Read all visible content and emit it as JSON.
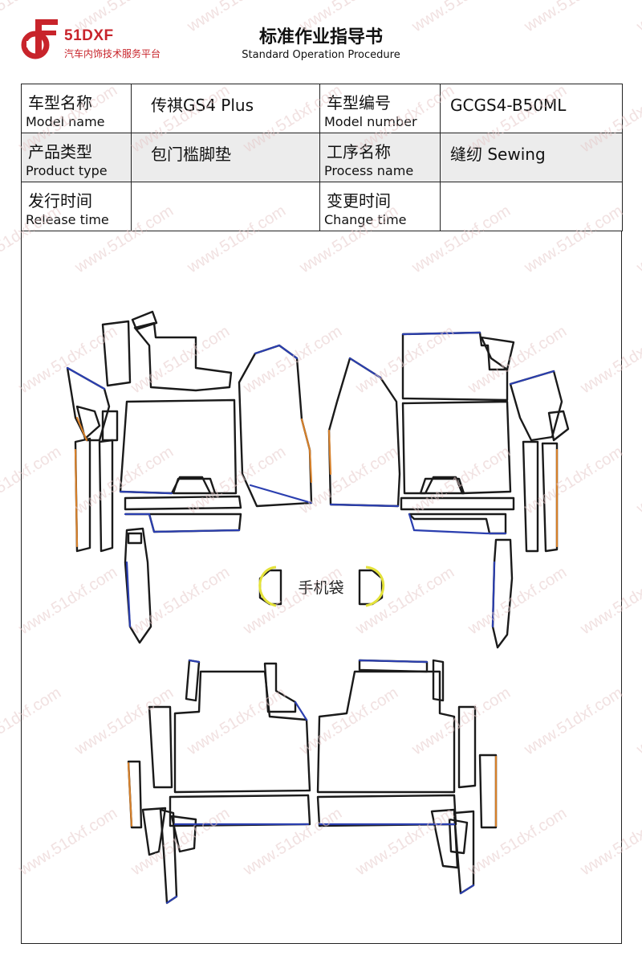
{
  "header": {
    "brand_name": "51DXF",
    "brand_tagline": "汽车内饰技术服务平台",
    "title": "标准作业指导书",
    "subtitle": "Standard Operation Procedure",
    "brand_color": "#c8242b"
  },
  "info_table": {
    "model_name": {
      "label_cn": "车型名称",
      "label_en": "Model name",
      "value": "传祺GS4 Plus"
    },
    "model_number": {
      "label_cn": "车型编号",
      "label_en": "Model number",
      "value": "GCGS4-B50ML"
    },
    "product_type": {
      "label_cn": "产品类型",
      "label_en": "Product type",
      "value": "包门槛脚垫"
    },
    "process_name": {
      "label_cn": "工序名称",
      "label_en": "Process name",
      "value": "缝纫 Sewing"
    },
    "release_time": {
      "label_cn": "发行时间",
      "label_en": "Release time",
      "value": ""
    },
    "change_time": {
      "label_cn": "变更时间",
      "label_en": "Change time",
      "value": ""
    }
  },
  "drawing": {
    "phone_pocket_label": "手机袋",
    "colors": {
      "outline": "#1a1a1a",
      "edge_blue": "#2b3fb0",
      "edge_orange": "#d6802a",
      "pocket_yellow": "#e4e23a"
    }
  },
  "watermark": {
    "text": "www.51dxf.com"
  }
}
